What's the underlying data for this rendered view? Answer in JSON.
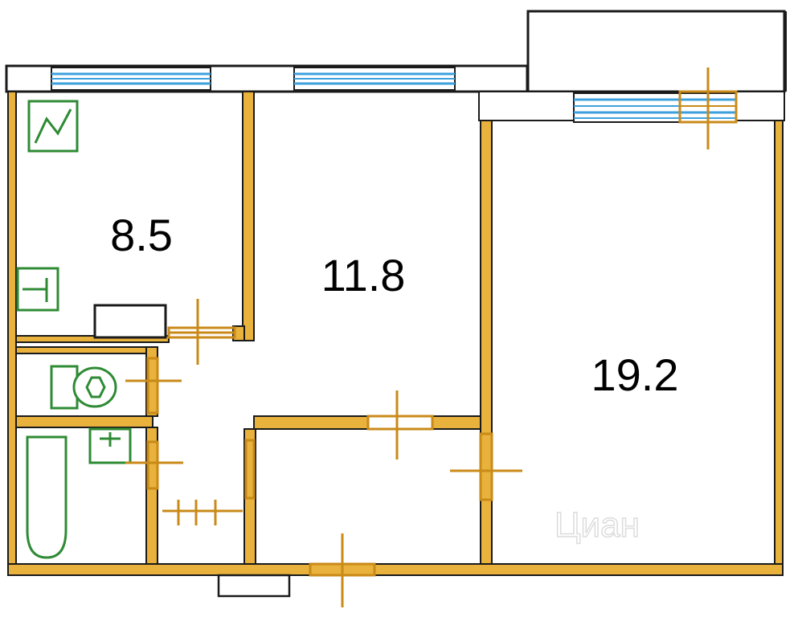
{
  "rooms": [
    {
      "id": "kitchen",
      "area_label": "8.5"
    },
    {
      "id": "bedroom",
      "area_label": "11.8"
    },
    {
      "id": "living-room",
      "area_label": "19.2"
    }
  ],
  "watermark": "Циан",
  "colors": {
    "wall": "#e8b23c",
    "wall_outline": "#1a1a1a",
    "window": "#3da0dc",
    "fixture": "#2e8b34",
    "door": "#c98a18",
    "background": "#ffffff"
  },
  "icons": [
    "stove-icon",
    "sink-icon",
    "toilet-icon",
    "washbasin-icon",
    "bathtub-icon"
  ]
}
